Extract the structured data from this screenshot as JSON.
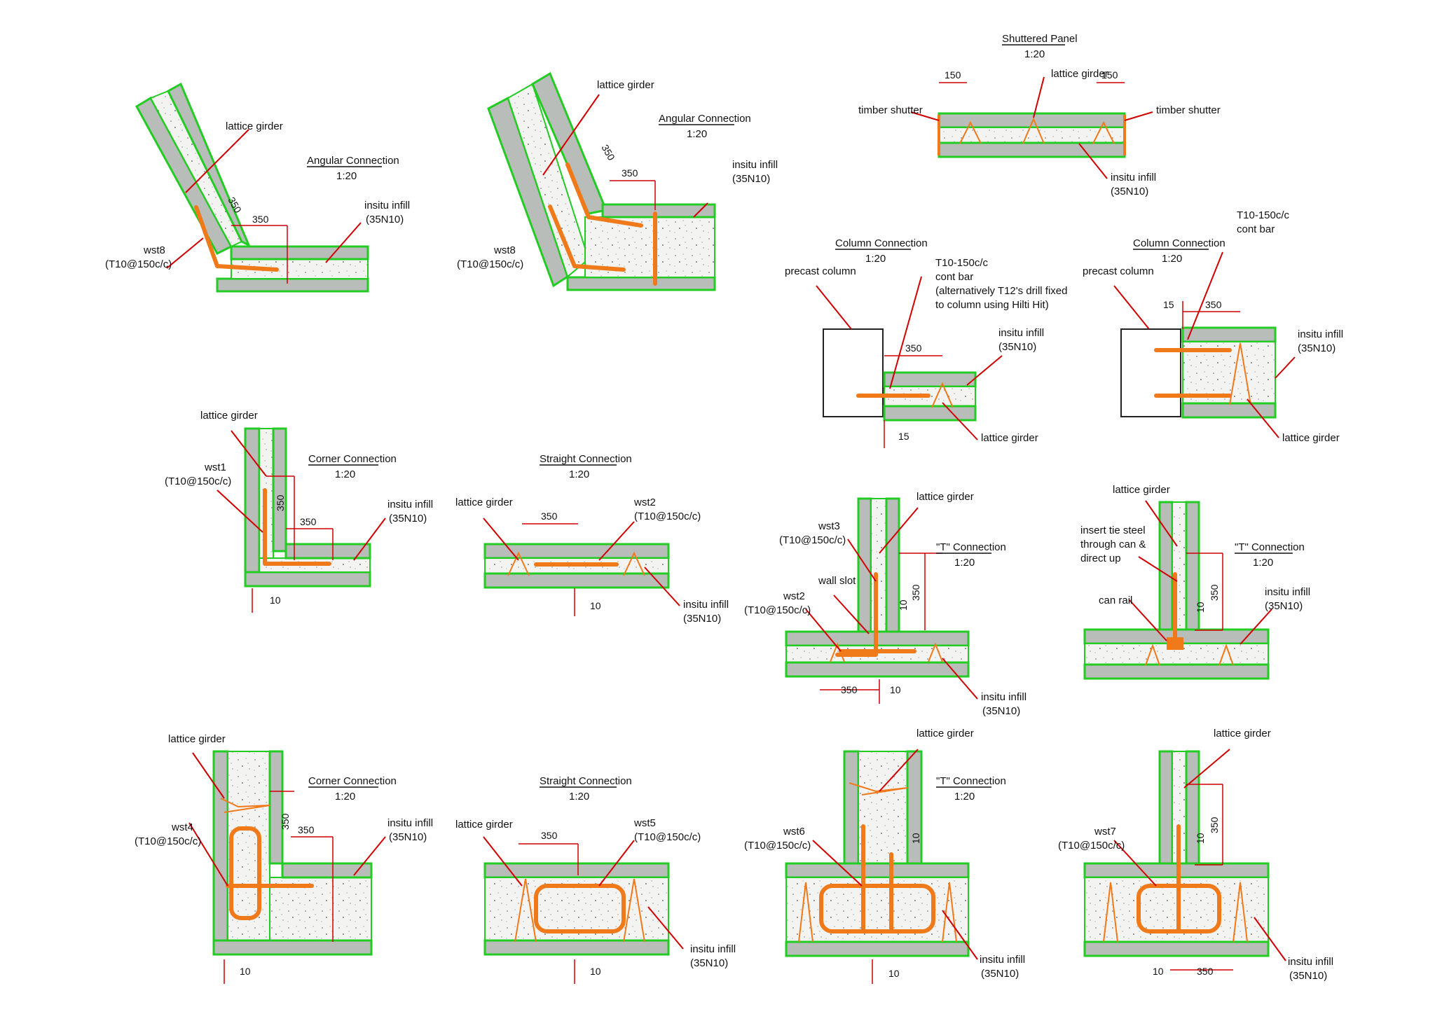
{
  "labels": {
    "lattice_girder": "lattice girder",
    "insitu_infill_1": "insitu infill",
    "insitu_infill_2": "(35N10)",
    "t10_150": "(T10@150c/c)",
    "timber_shutter": "timber shutter",
    "precast_column": "precast column",
    "cont_bar_1": "T10-150c/c",
    "cont_bar_2": "cont bar",
    "cont_bar_3": "(alternatively T12's drill fixed",
    "cont_bar_4": "to column using Hilti Hit)",
    "wall_slot": "wall slot",
    "insert_tie": "insert tie steel",
    "through_can": "through can &",
    "direct_up": "direct up",
    "can_rail": "can rail"
  },
  "details": {
    "angular1": {
      "title": "Angular Connection",
      "scale": "1:20",
      "tag": "wst8",
      "dim_a": "350",
      "dim_b": "350"
    },
    "angular2": {
      "title": "Angular Connection",
      "scale": "1:20",
      "tag": "wst8",
      "dim_a": "350",
      "dim_b": "350"
    },
    "shuttered": {
      "title": "Shuttered Panel",
      "scale": "1:20",
      "dim_a": "150",
      "dim_b": "150"
    },
    "column1": {
      "title": "Column Connection",
      "scale": "1:20",
      "dim_a": "350",
      "dim_b": "15"
    },
    "column2": {
      "title": "Column Connection",
      "scale": "1:20",
      "dim_a": "15",
      "dim_b": "350"
    },
    "corner1": {
      "title": "Corner Connection",
      "scale": "1:20",
      "tag": "wst1",
      "dim_a": "350",
      "dim_b": "350",
      "dim_c": "10"
    },
    "straight1": {
      "title": "Straight Connection",
      "scale": "1:20",
      "tag": "wst2",
      "dim_a": "350",
      "dim_c": "10"
    },
    "tee1": {
      "title": "\"T\" Connection",
      "scale": "1:20",
      "tag_a": "wst3",
      "tag_b": "wst2",
      "dim_a": "350",
      "dim_b": "10",
      "dim_c": "350",
      "dim_d": "10"
    },
    "tee2": {
      "title": "\"T\" Connection",
      "scale": "1:20",
      "dim_a": "10",
      "dim_b": "350"
    },
    "corner2": {
      "title": "Corner Connection",
      "scale": "1:20",
      "tag": "wst4",
      "dim_a": "350",
      "dim_b": "350",
      "dim_c": "10"
    },
    "straight2": {
      "title": "Straight Connection",
      "scale": "1:20",
      "tag": "wst5",
      "dim_a": "350",
      "dim_c": "10"
    },
    "tee3": {
      "title": "\"T\" Connection",
      "scale": "1:20",
      "tag": "wst6",
      "dim_a": "10",
      "dim_c": "10"
    },
    "tee4": {
      "title": "wst7",
      "scale": "",
      "tag": "wst7",
      "dim_a": "10",
      "dim_b": "350",
      "dim_c": "10",
      "dim_d": "350"
    }
  }
}
